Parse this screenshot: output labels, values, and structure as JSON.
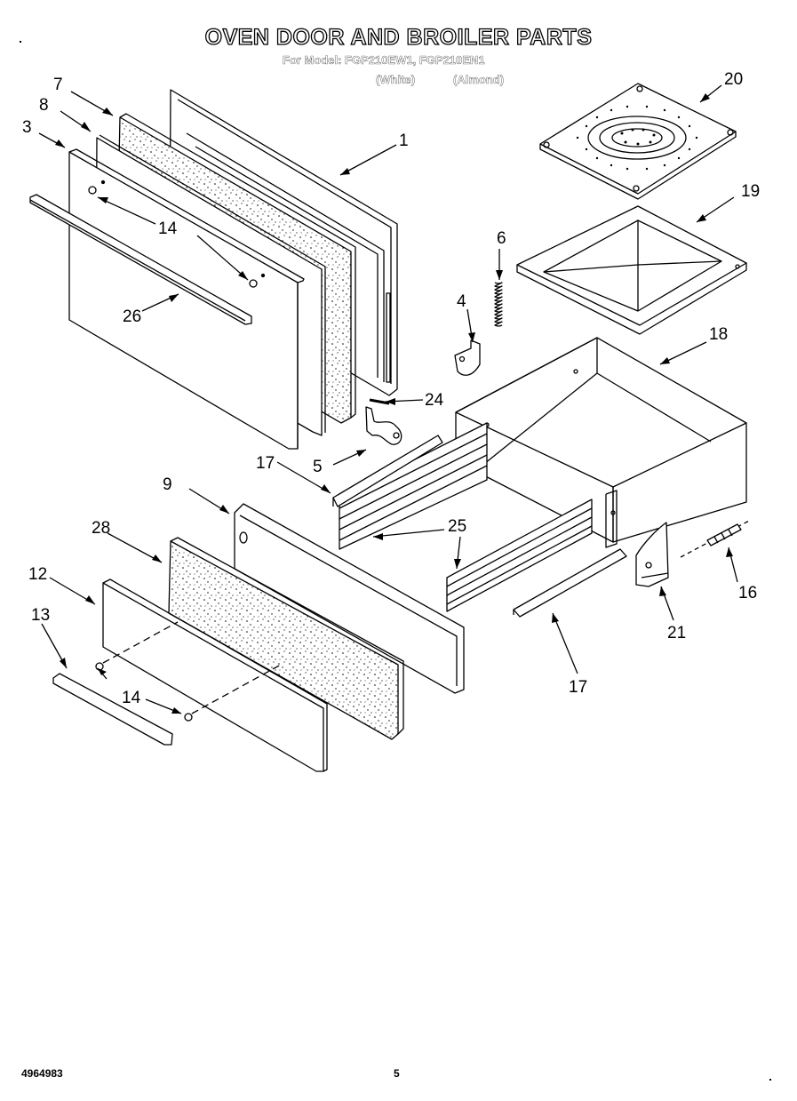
{
  "header": {
    "title": "OVEN DOOR AND BROILER PARTS",
    "model_line": "For Model: FGP210EW1, FGP210EN1",
    "color_white": "(White)",
    "color_almond": "(Almond)"
  },
  "callouts": {
    "c1": "1",
    "c3": "3",
    "c4": "4",
    "c5": "5",
    "c6": "6",
    "c7": "7",
    "c8": "8",
    "c9": "9",
    "c12": "12",
    "c13": "13",
    "c14a": "14",
    "c14b": "14",
    "c16": "16",
    "c17a": "17",
    "c17b": "17",
    "c18": "18",
    "c19": "19",
    "c20": "20",
    "c21": "21",
    "c24": "24",
    "c25": "25",
    "c26": "26",
    "c28": "28"
  },
  "footer": {
    "doc_number": "4964983",
    "page_number": "5"
  }
}
